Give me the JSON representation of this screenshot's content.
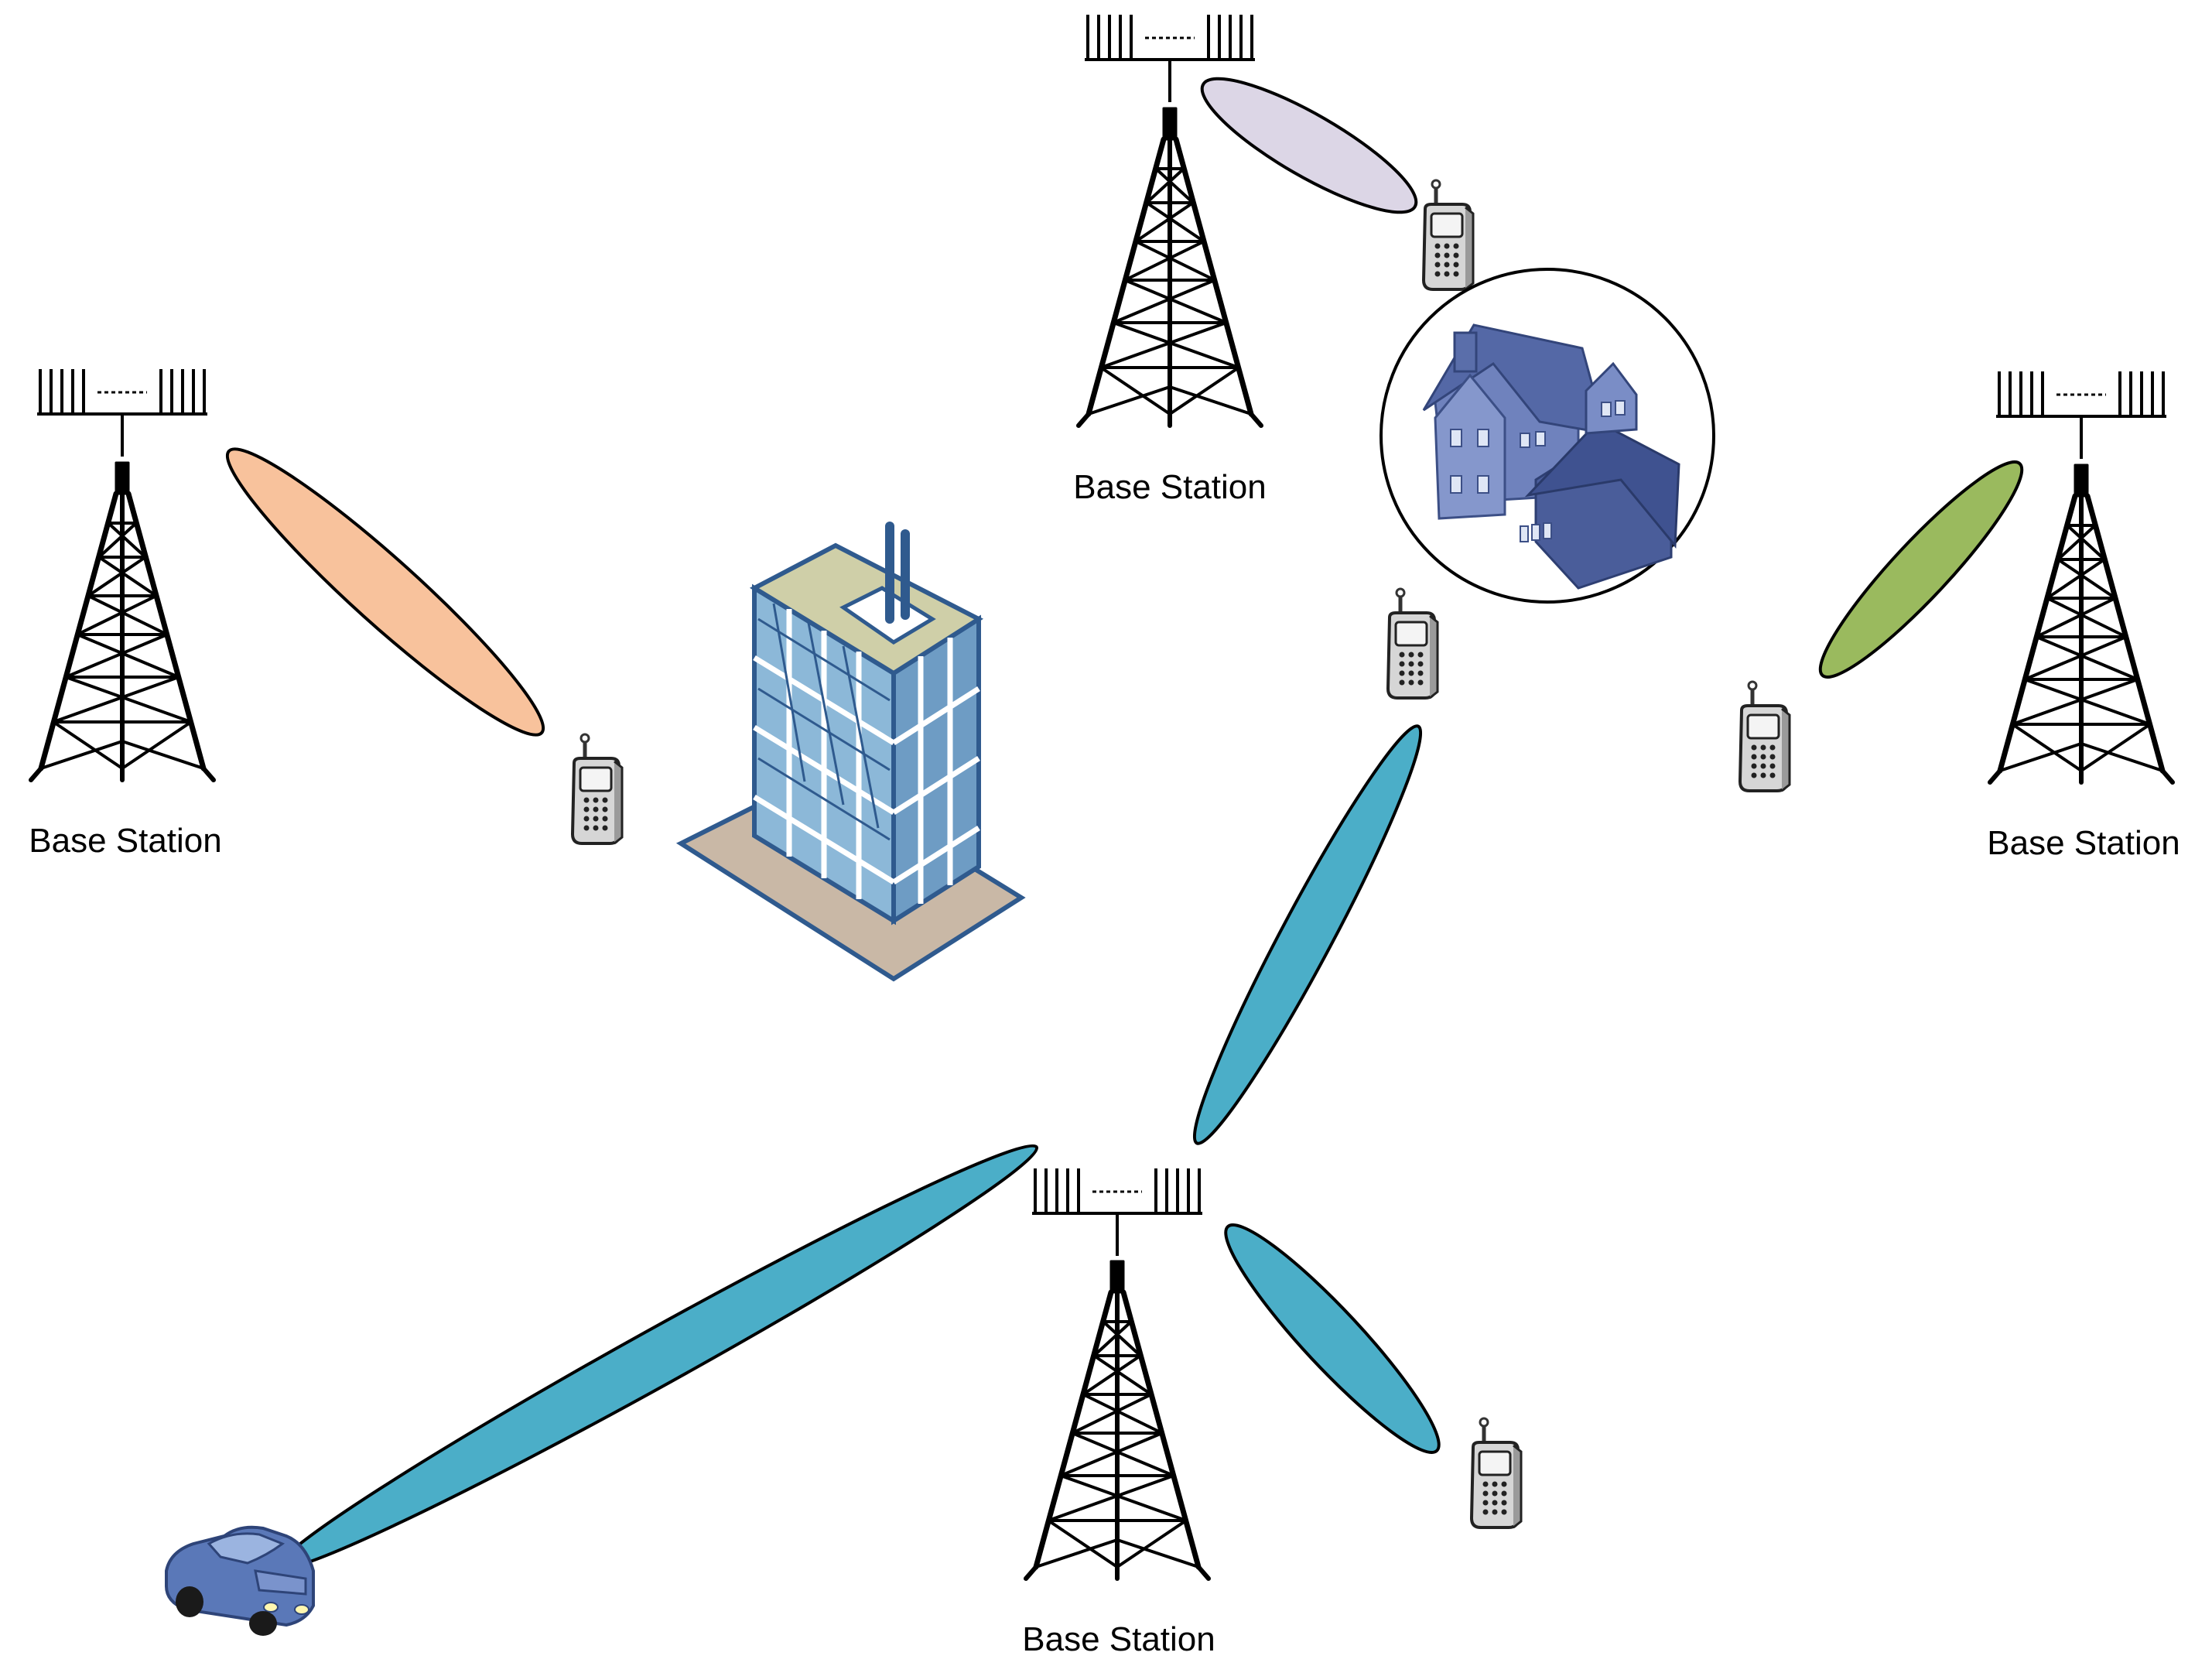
{
  "labels": {
    "top": "Base Station",
    "left": "Base Station",
    "right": "Base Station",
    "bottom": "Base Station"
  },
  "colors": {
    "background": "#ffffff",
    "tower": "#000000",
    "beam_lavender": "#dcd6e6",
    "beam_orange": "#f8c29c",
    "beam_green": "#9aba5e",
    "beam_teal": "#4baec8",
    "house_blue": "#5a6eaa",
    "building_glass": "#8cb8d8",
    "building_frame": "#2f5a8e",
    "car_blue": "#5a78b8",
    "phone_gray": "#cfcfcf"
  },
  "icons": {
    "tower": "cell-tower-icon",
    "antenna": "antenna-array-icon",
    "phone": "mobile-phone-icon",
    "building": "office-building-icon",
    "house": "house-icon",
    "car": "car-icon"
  }
}
